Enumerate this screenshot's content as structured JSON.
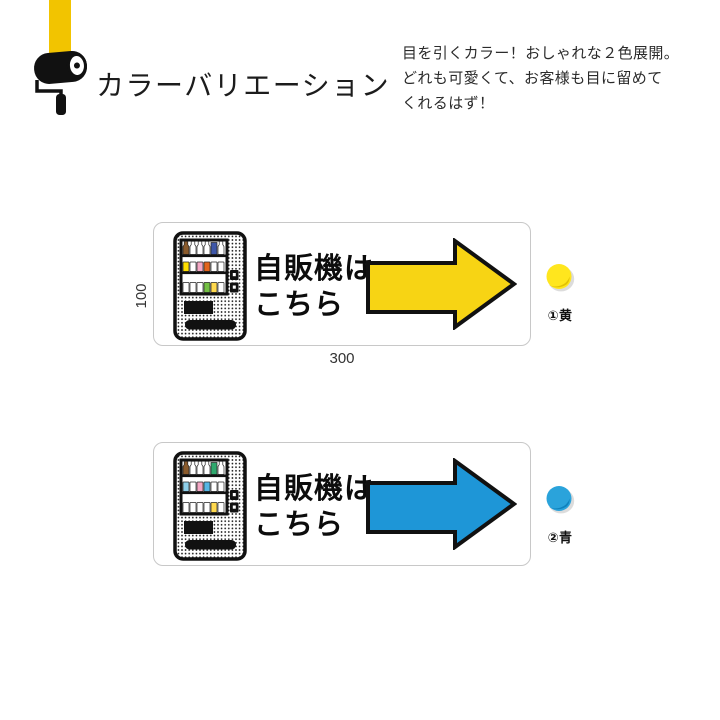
{
  "header": {
    "title": "カラーバリエーション",
    "description": "目を引くカラー！おしゃれな２色展開。\nどれも可愛くて、お客様も目に留めて\nくれるはず！",
    "roller_paint_color": "#f2c400"
  },
  "signs": [
    {
      "name": "yellow",
      "sign_text": "自販機は\nこちら",
      "arrow_color": "#f7d414",
      "dimensions": {
        "height": "100",
        "width": "300"
      },
      "swatch": {
        "label": "①黄",
        "color": "#ffe61e",
        "fold_color": "#e3c303"
      },
      "machine": {
        "shelf1": [
          "#8a5a2b",
          "#ffffff",
          "#ffffff",
          "#ffffff",
          "#3d56a8",
          "#ffffff"
        ],
        "shelf2": [
          "#ffdf00",
          "#ffffff",
          "#f5a8c5",
          "#e2641b",
          "#ffffff",
          "#ffffff"
        ],
        "shelf3": [
          "#ffffff",
          "#ffffff",
          "#ffffff",
          "#74c044",
          "#ffd94f",
          "#ffffff"
        ]
      }
    },
    {
      "name": "blue",
      "sign_text": "自販機は\nこちら",
      "arrow_color": "#1e96d7",
      "swatch": {
        "label": "②青",
        "color": "#2aa3db",
        "fold_color": "#0f82bd"
      },
      "machine": {
        "shelf1": [
          "#8a5a2b",
          "#ffffff",
          "#ffffff",
          "#ffffff",
          "#2fa86d",
          "#ffffff"
        ],
        "shelf2": [
          "#8ecfe9",
          "#ffffff",
          "#f5a8c5",
          "#57b6e5",
          "#ffffff",
          "#ffffff"
        ],
        "shelf3": [
          "#ffffff",
          "#ffffff",
          "#ffffff",
          "#ffffff",
          "#ffd94f",
          "#ffffff"
        ]
      }
    }
  ]
}
